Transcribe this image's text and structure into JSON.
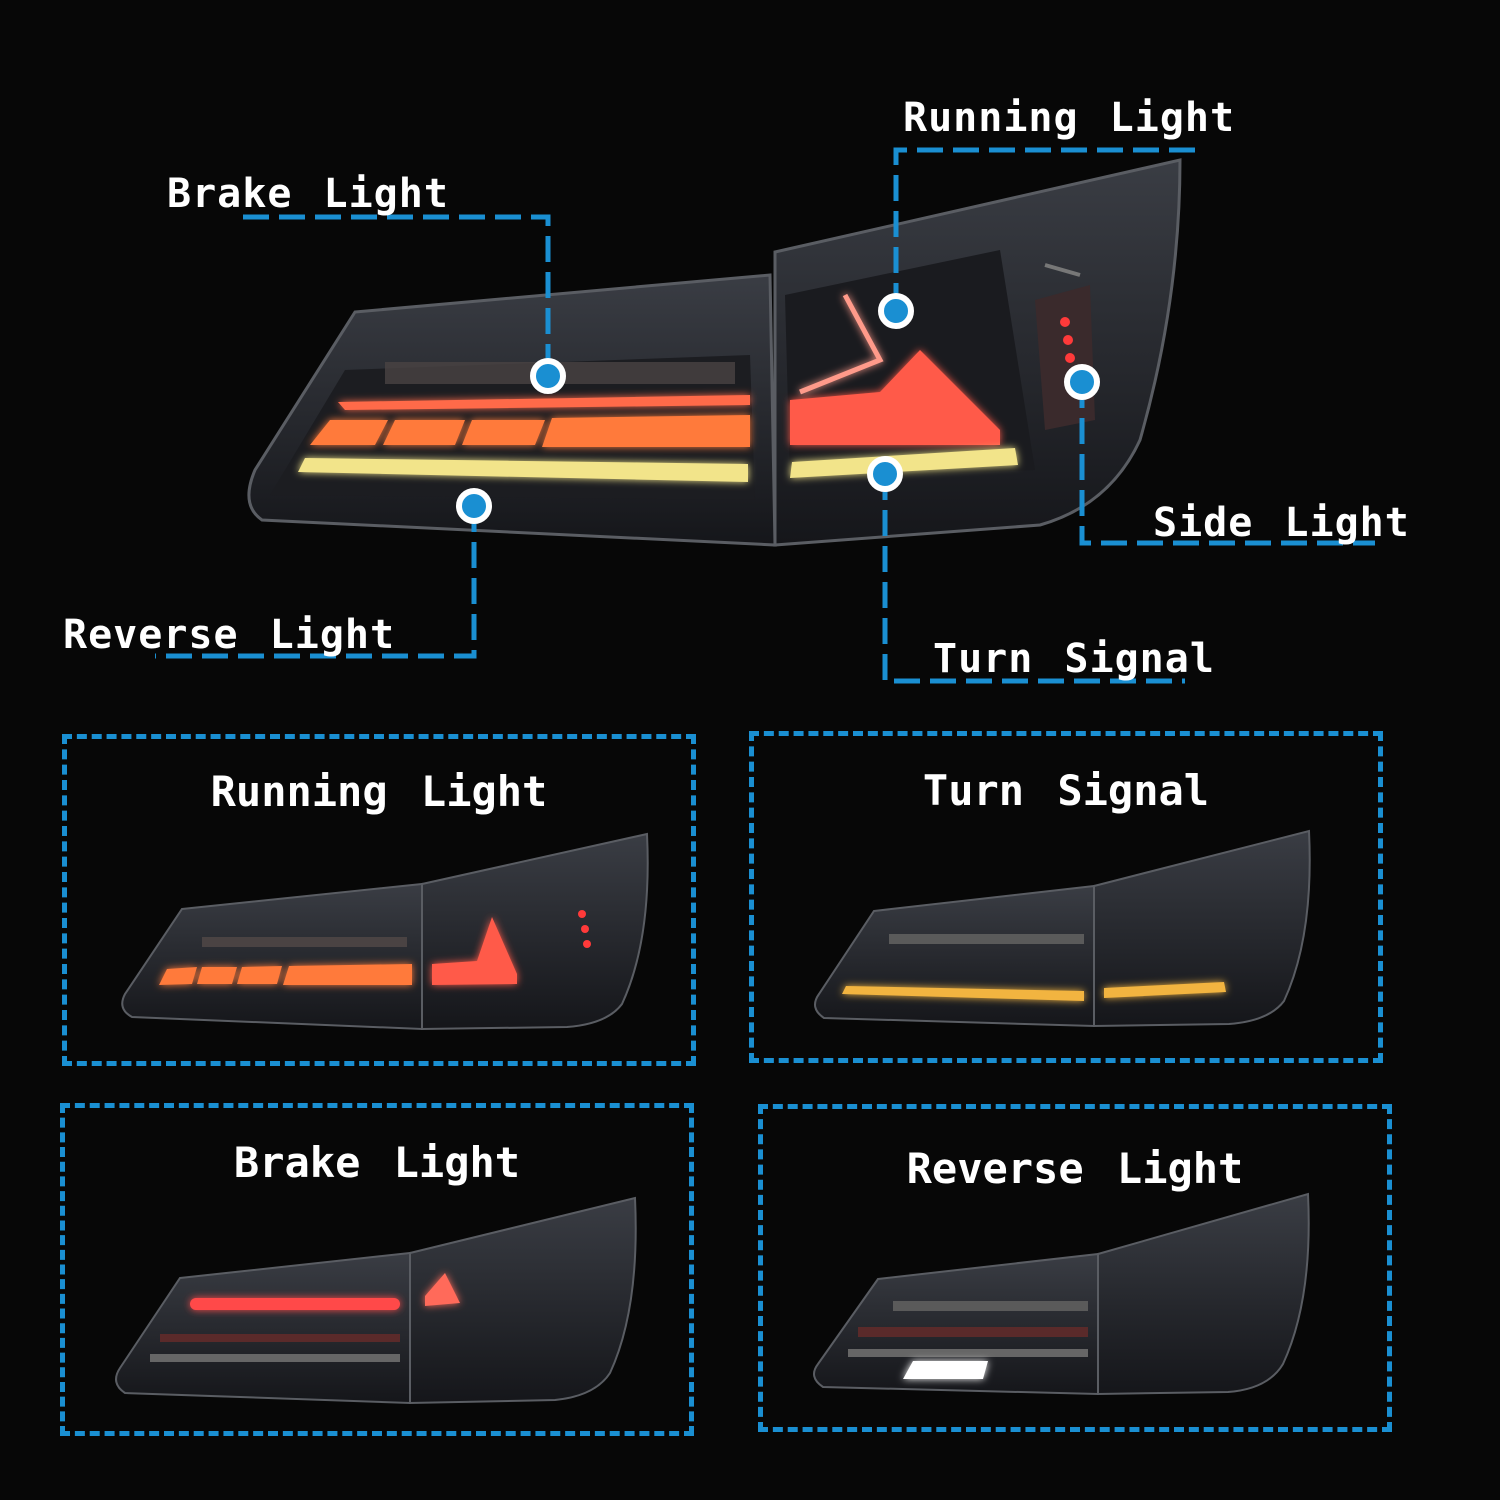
{
  "main": {
    "labels": {
      "running": "Running Light",
      "brake": "Brake Light",
      "side": "Side Light",
      "reverse": "Reverse Light",
      "turn": "Turn Signal"
    },
    "accent_color": "#1a8fd2"
  },
  "panels": [
    {
      "title": "Running Light"
    },
    {
      "title": "Turn Signal"
    },
    {
      "title": "Brake Light"
    },
    {
      "title": "Reverse Light"
    }
  ]
}
